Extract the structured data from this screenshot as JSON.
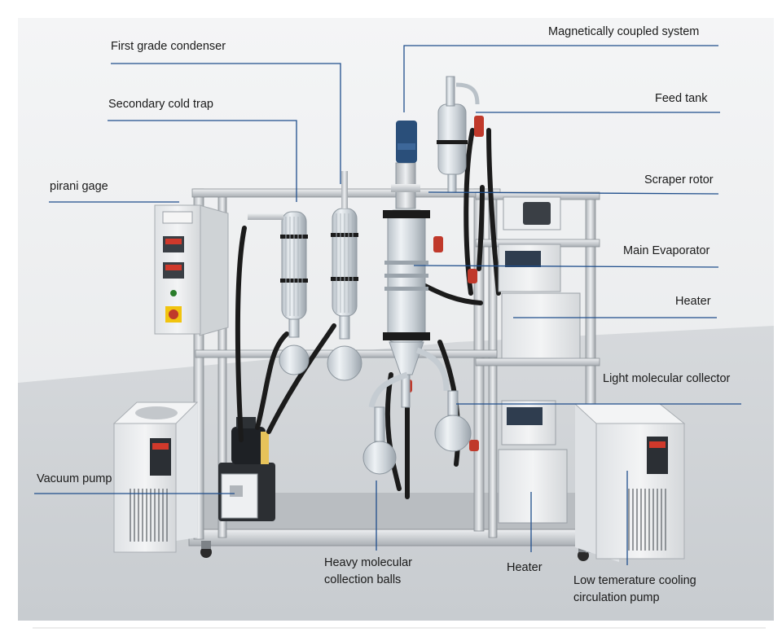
{
  "labels": {
    "first_grade_condenser": "First grade condenser",
    "secondary_cold_trap": "Secondary cold trap",
    "pirani_gage": "pirani gage",
    "vacuum_pump": "Vacuum pump",
    "magnetically_coupled_system": "Magnetically coupled system",
    "feed_tank": "Feed tank",
    "scraper_rotor": "Scraper rotor",
    "main_evaporator": "Main Evaporator",
    "heater_upper": "Heater",
    "light_molecular_collector": "Light molecular collector",
    "heavy_molecular_collection_balls": "Heavy molecular\ncollection balls",
    "heater_lower": "Heater",
    "low_temperature_cooling_pump": "Low temerature cooling\ncirculation pump"
  },
  "colors": {
    "leader_line": "#1f4e8c",
    "frame": "#c9ccd0",
    "hose": "#1b1b1b",
    "hose_band": "#c0392b",
    "panel": "#e9ebed",
    "screen": "#2f3d4f"
  }
}
